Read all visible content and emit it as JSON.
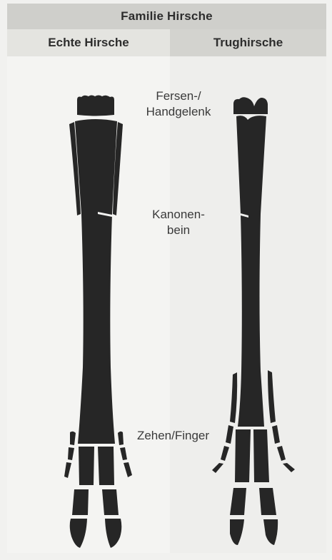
{
  "header": {
    "title": "Familie Hirsche"
  },
  "columns": {
    "left_title": "Echte Hirsche",
    "right_title": "Trughirsche"
  },
  "labels": {
    "ankle_line1": "Fersen-/",
    "ankle_line2": "Handgelenk",
    "cannon_line1": "Kanonen-",
    "cannon_line2": "bein",
    "toes": "Zehen/Finger"
  },
  "colors": {
    "bone": "#262626",
    "header_bg": "#cfcfcb",
    "left_sub_bg": "#e4e4e0",
    "right_sub_bg": "#d3d3cf"
  }
}
